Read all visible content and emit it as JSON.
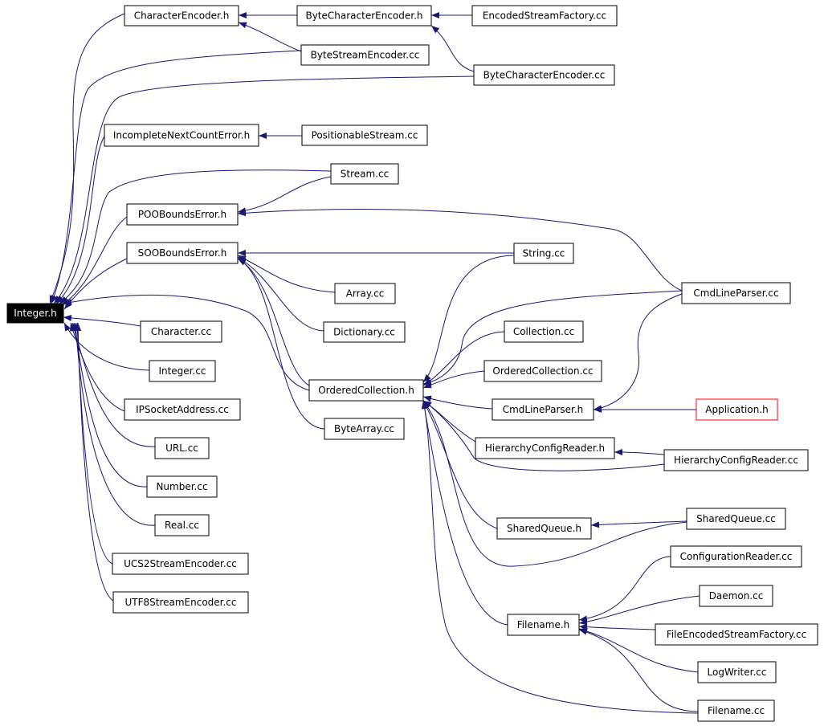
{
  "diagram": {
    "colors": {
      "edge": "#191970",
      "arrowhead": "#191970",
      "root_fill": "#000000",
      "highlight_border": "#ff0000"
    },
    "nodes": [
      {
        "id": "integer_h",
        "label": "Integer.h",
        "style": "root"
      },
      {
        "id": "characterencoder_h",
        "label": "CharacterEncoder.h"
      },
      {
        "id": "bytecharacterencoder_h",
        "label": "ByteCharacterEncoder.h"
      },
      {
        "id": "encodedstreamfactory_cc",
        "label": "EncodedStreamFactory.cc"
      },
      {
        "id": "bytestreamencoder_cc",
        "label": "ByteStreamEncoder.cc"
      },
      {
        "id": "bytecharacterencoder_cc",
        "label": "ByteCharacterEncoder.cc"
      },
      {
        "id": "incompletenextcounterror_h",
        "label": "IncompleteNextCountError.h"
      },
      {
        "id": "positionablestream_cc",
        "label": "PositionableStream.cc"
      },
      {
        "id": "stream_cc",
        "label": "Stream.cc"
      },
      {
        "id": "poobounds_h",
        "label": "POOBoundsError.h"
      },
      {
        "id": "soobounds_h",
        "label": "SOOBoundsError.h"
      },
      {
        "id": "string_cc",
        "label": "String.cc"
      },
      {
        "id": "cmdlineparser_cc",
        "label": "CmdLineParser.cc"
      },
      {
        "id": "array_cc",
        "label": "Array.cc"
      },
      {
        "id": "character_cc",
        "label": "Character.cc"
      },
      {
        "id": "dictionary_cc",
        "label": "Dictionary.cc"
      },
      {
        "id": "collection_cc",
        "label": "Collection.cc"
      },
      {
        "id": "integer_cc",
        "label": "Integer.cc"
      },
      {
        "id": "orderedcollection_cc",
        "label": "OrderedCollection.cc"
      },
      {
        "id": "orderedcollection_h",
        "label": "OrderedCollection.h"
      },
      {
        "id": "ipsocketaddress_cc",
        "label": "IPSocketAddress.cc"
      },
      {
        "id": "cmdlineparser_h",
        "label": "CmdLineParser.h"
      },
      {
        "id": "application_h",
        "label": "Application.h",
        "style": "highlight"
      },
      {
        "id": "bytearray_cc",
        "label": "ByteArray.cc"
      },
      {
        "id": "url_cc",
        "label": "URL.cc"
      },
      {
        "id": "hierarchyconfigreader_h",
        "label": "HierarchyConfigReader.h"
      },
      {
        "id": "hierarchyconfigreader_cc",
        "label": "HierarchyConfigReader.cc"
      },
      {
        "id": "number_cc",
        "label": "Number.cc"
      },
      {
        "id": "sharedqueue_cc",
        "label": "SharedQueue.cc"
      },
      {
        "id": "real_cc",
        "label": "Real.cc"
      },
      {
        "id": "sharedqueue_h",
        "label": "SharedQueue.h"
      },
      {
        "id": "configurationreader_cc",
        "label": "ConfigurationReader.cc"
      },
      {
        "id": "ucs2streamencoder_cc",
        "label": "UCS2StreamEncoder.cc"
      },
      {
        "id": "daemon_cc",
        "label": "Daemon.cc"
      },
      {
        "id": "utf8streamencoder_cc",
        "label": "UTF8StreamEncoder.cc"
      },
      {
        "id": "filename_h",
        "label": "Filename.h"
      },
      {
        "id": "fileencodedstreamfactory_cc",
        "label": "FileEncodedStreamFactory.cc"
      },
      {
        "id": "logwriter_cc",
        "label": "LogWriter.cc"
      },
      {
        "id": "filename_cc",
        "label": "Filename.cc"
      }
    ],
    "edges": [
      {
        "from": "characterencoder_h",
        "to": "integer_h"
      },
      {
        "from": "bytestreamencoder_cc",
        "to": "integer_h"
      },
      {
        "from": "bytecharacterencoder_cc",
        "to": "integer_h"
      },
      {
        "from": "incompletenextcounterror_h",
        "to": "integer_h"
      },
      {
        "from": "stream_cc",
        "to": "integer_h"
      },
      {
        "from": "poobounds_h",
        "to": "integer_h"
      },
      {
        "from": "soobounds_h",
        "to": "integer_h"
      },
      {
        "from": "orderedcollection_h",
        "to": "integer_h"
      },
      {
        "from": "character_cc",
        "to": "integer_h"
      },
      {
        "from": "integer_cc",
        "to": "integer_h"
      },
      {
        "from": "ipsocketaddress_cc",
        "to": "integer_h"
      },
      {
        "from": "url_cc",
        "to": "integer_h"
      },
      {
        "from": "number_cc",
        "to": "integer_h"
      },
      {
        "from": "real_cc",
        "to": "integer_h"
      },
      {
        "from": "ucs2streamencoder_cc",
        "to": "integer_h"
      },
      {
        "from": "utf8streamencoder_cc",
        "to": "integer_h"
      },
      {
        "from": "bytecharacterencoder_h",
        "to": "characterencoder_h"
      },
      {
        "from": "bytestreamencoder_cc",
        "to": "characterencoder_h"
      },
      {
        "from": "encodedstreamfactory_cc",
        "to": "bytecharacterencoder_h"
      },
      {
        "from": "bytecharacterencoder_cc",
        "to": "bytecharacterencoder_h"
      },
      {
        "from": "positionablestream_cc",
        "to": "incompletenextcounterror_h"
      },
      {
        "from": "stream_cc",
        "to": "poobounds_h"
      },
      {
        "from": "cmdlineparser_cc",
        "to": "poobounds_h"
      },
      {
        "from": "string_cc",
        "to": "soobounds_h"
      },
      {
        "from": "array_cc",
        "to": "soobounds_h"
      },
      {
        "from": "dictionary_cc",
        "to": "soobounds_h"
      },
      {
        "from": "orderedcollection_h",
        "to": "soobounds_h"
      },
      {
        "from": "bytearray_cc",
        "to": "soobounds_h"
      },
      {
        "from": "string_cc",
        "to": "orderedcollection_h"
      },
      {
        "from": "cmdlineparser_cc",
        "to": "orderedcollection_h"
      },
      {
        "from": "collection_cc",
        "to": "orderedcollection_h"
      },
      {
        "from": "orderedcollection_cc",
        "to": "orderedcollection_h"
      },
      {
        "from": "cmdlineparser_h",
        "to": "orderedcollection_h"
      },
      {
        "from": "hierarchyconfigreader_h",
        "to": "orderedcollection_h"
      },
      {
        "from": "hierarchyconfigreader_cc",
        "to": "orderedcollection_h"
      },
      {
        "from": "sharedqueue_h",
        "to": "orderedcollection_h"
      },
      {
        "from": "sharedqueue_cc",
        "to": "orderedcollection_h"
      },
      {
        "from": "filename_h",
        "to": "orderedcollection_h"
      },
      {
        "from": "filename_cc",
        "to": "orderedcollection_h"
      },
      {
        "from": "cmdlineparser_cc",
        "to": "cmdlineparser_h"
      },
      {
        "from": "application_h",
        "to": "cmdlineparser_h"
      },
      {
        "from": "hierarchyconfigreader_cc",
        "to": "hierarchyconfigreader_h"
      },
      {
        "from": "sharedqueue_cc",
        "to": "sharedqueue_h"
      },
      {
        "from": "configurationreader_cc",
        "to": "filename_h"
      },
      {
        "from": "daemon_cc",
        "to": "filename_h"
      },
      {
        "from": "fileencodedstreamfactory_cc",
        "to": "filename_h"
      },
      {
        "from": "logwriter_cc",
        "to": "filename_h"
      },
      {
        "from": "filename_cc",
        "to": "filename_h"
      }
    ]
  }
}
